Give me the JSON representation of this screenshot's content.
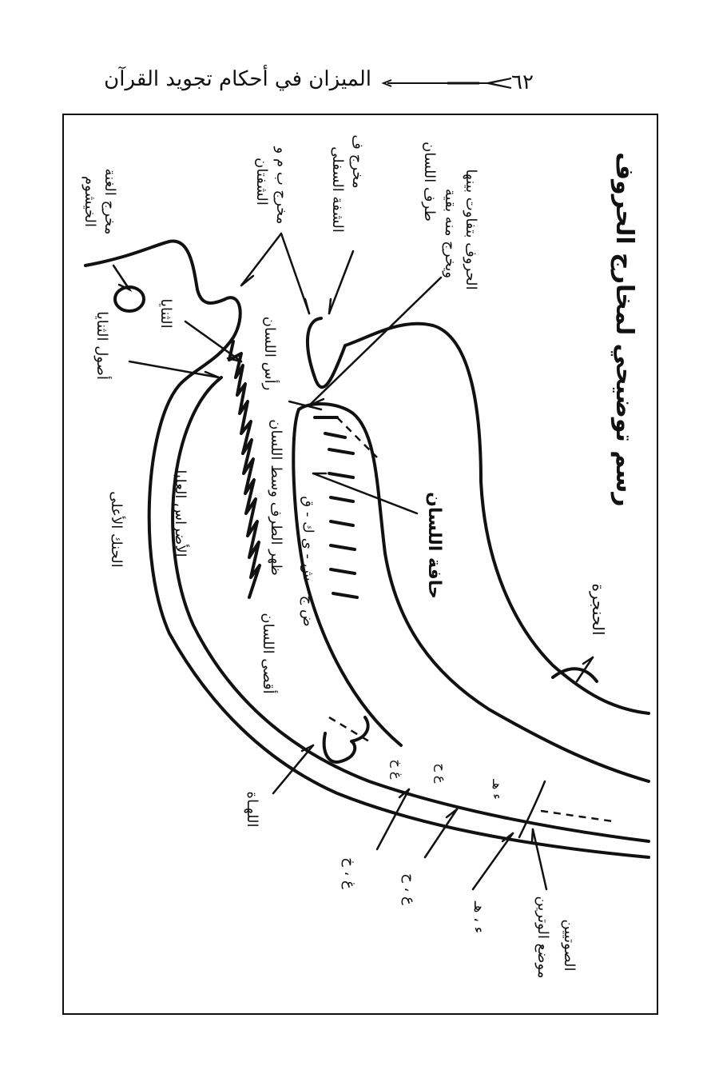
{
  "header": {
    "page_number": "٦٢",
    "book_title": "الميزان في أحكام تجويد القرآن"
  },
  "diagram": {
    "title": "رسم توضيحي لمخارج الحروف",
    "labels": {
      "khayshum": "الخيشوم",
      "ghunna_outlet": "مخرج الغنة",
      "lips": "الشفتان",
      "lips_letters": "مخرج ب م و",
      "lower_lip": "الشفة السفلى",
      "lower_lip_letter": "مخرج ف",
      "tongue_tip_1": "طرف اللسان",
      "tongue_tip_2": "ويخرج منه بقية",
      "tongue_tip_3": "الحروف بتفاوت بينها",
      "incisors": "الثنايا",
      "incisor_roots": "أصول الثنايا",
      "tongue_head": "رأس اللسان",
      "upper_molars": "الأضراس العليا",
      "tip_mid_back": "ظهر الطرف وسط اللسان",
      "tongue_letters": "ض ج - ش - ى ك - ق",
      "tongue_edge": "حافة اللسان",
      "hard_palate": "الحنك الأعلى",
      "tongue_back": "أقصى اللسان",
      "larynx": "الحنجرة",
      "uvula": "اللهـاة",
      "throat_top": "غ ، خ",
      "throat_mid": "ع ، ح",
      "throat_bottom": "ء ، هـ",
      "vocal_cords_1": "موضع الوترين",
      "vocal_cords_2": "الصوتيين",
      "throat_marks_top": "غ خ",
      "throat_marks_mid": "ع ح",
      "throat_marks_bottom": "ء هـ"
    }
  }
}
